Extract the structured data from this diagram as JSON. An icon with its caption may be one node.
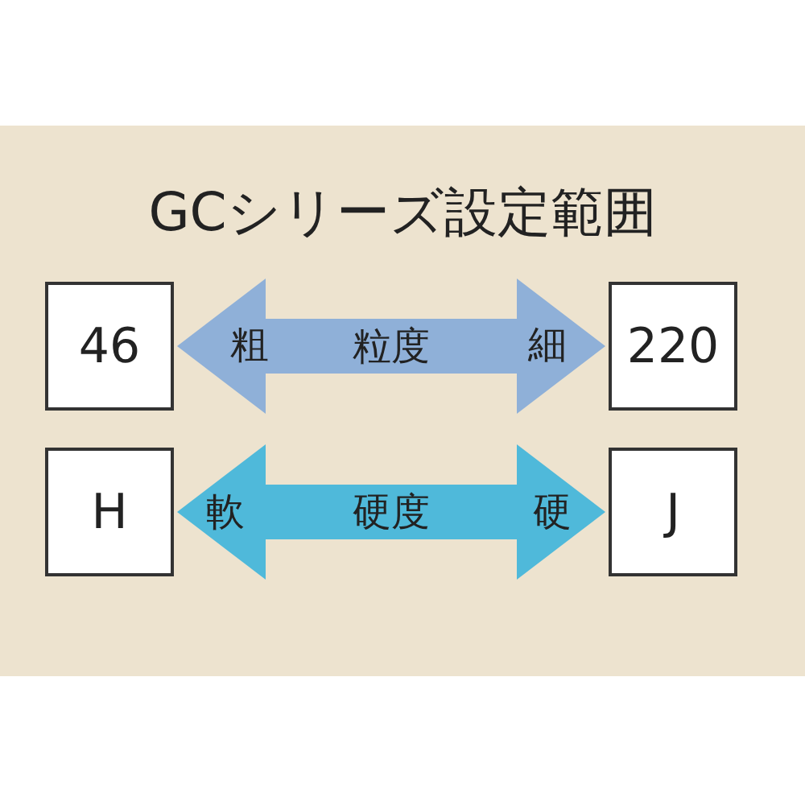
{
  "diagram": {
    "title": "GCシリーズ設定範囲",
    "nodes": [
      {
        "text": [
          "46"
        ]
      },
      {
        "text": [
          "220"
        ]
      },
      {
        "text": [
          "H"
        ]
      },
      {
        "text": [
          "J"
        ]
      }
    ],
    "edges": [
      {
        "from": 0,
        "to": 1,
        "arrow": "both",
        "label": "粒度",
        "color": "#8fb0d8"
      },
      {
        "from": 2,
        "to": 3,
        "arrow": "both",
        "label": "硬度",
        "color": "#4fb9da"
      }
    ],
    "labels": [
      "粗",
      "細",
      "軟",
      "硬"
    ]
  }
}
